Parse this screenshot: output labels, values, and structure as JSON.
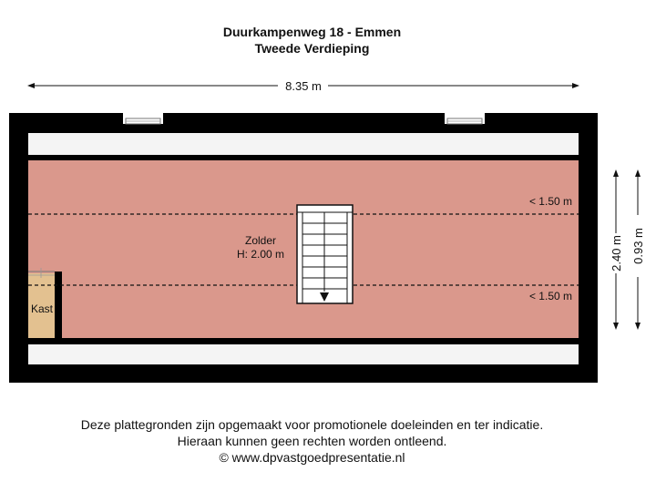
{
  "header": {
    "address": "Duurkampenweg 18 - Emmen",
    "floor": "Tweede Verdieping"
  },
  "dimensions": {
    "width": "8.35 m",
    "depth": "2.40 m",
    "side_height": "0.93 m"
  },
  "rooms": {
    "zolder_name": "Zolder",
    "zolder_height": "H: 2.00 m",
    "kast": "Kast"
  },
  "annotations": {
    "low_height_top": "< 1.50 m",
    "low_height_bottom": "< 1.50 m"
  },
  "footer": {
    "line1": "Deze plattegronden zijn opgemaakt voor promotionele doeleinden en ter indicatie.",
    "line2": "Hieraan kunnen geen rechten worden ontleend.",
    "line3": "© www.dpvastgoedpresentatie.nl"
  },
  "colors": {
    "wall": "#000000",
    "zolder_fill": "#da988c",
    "kast_fill": "#e3c190"
  }
}
